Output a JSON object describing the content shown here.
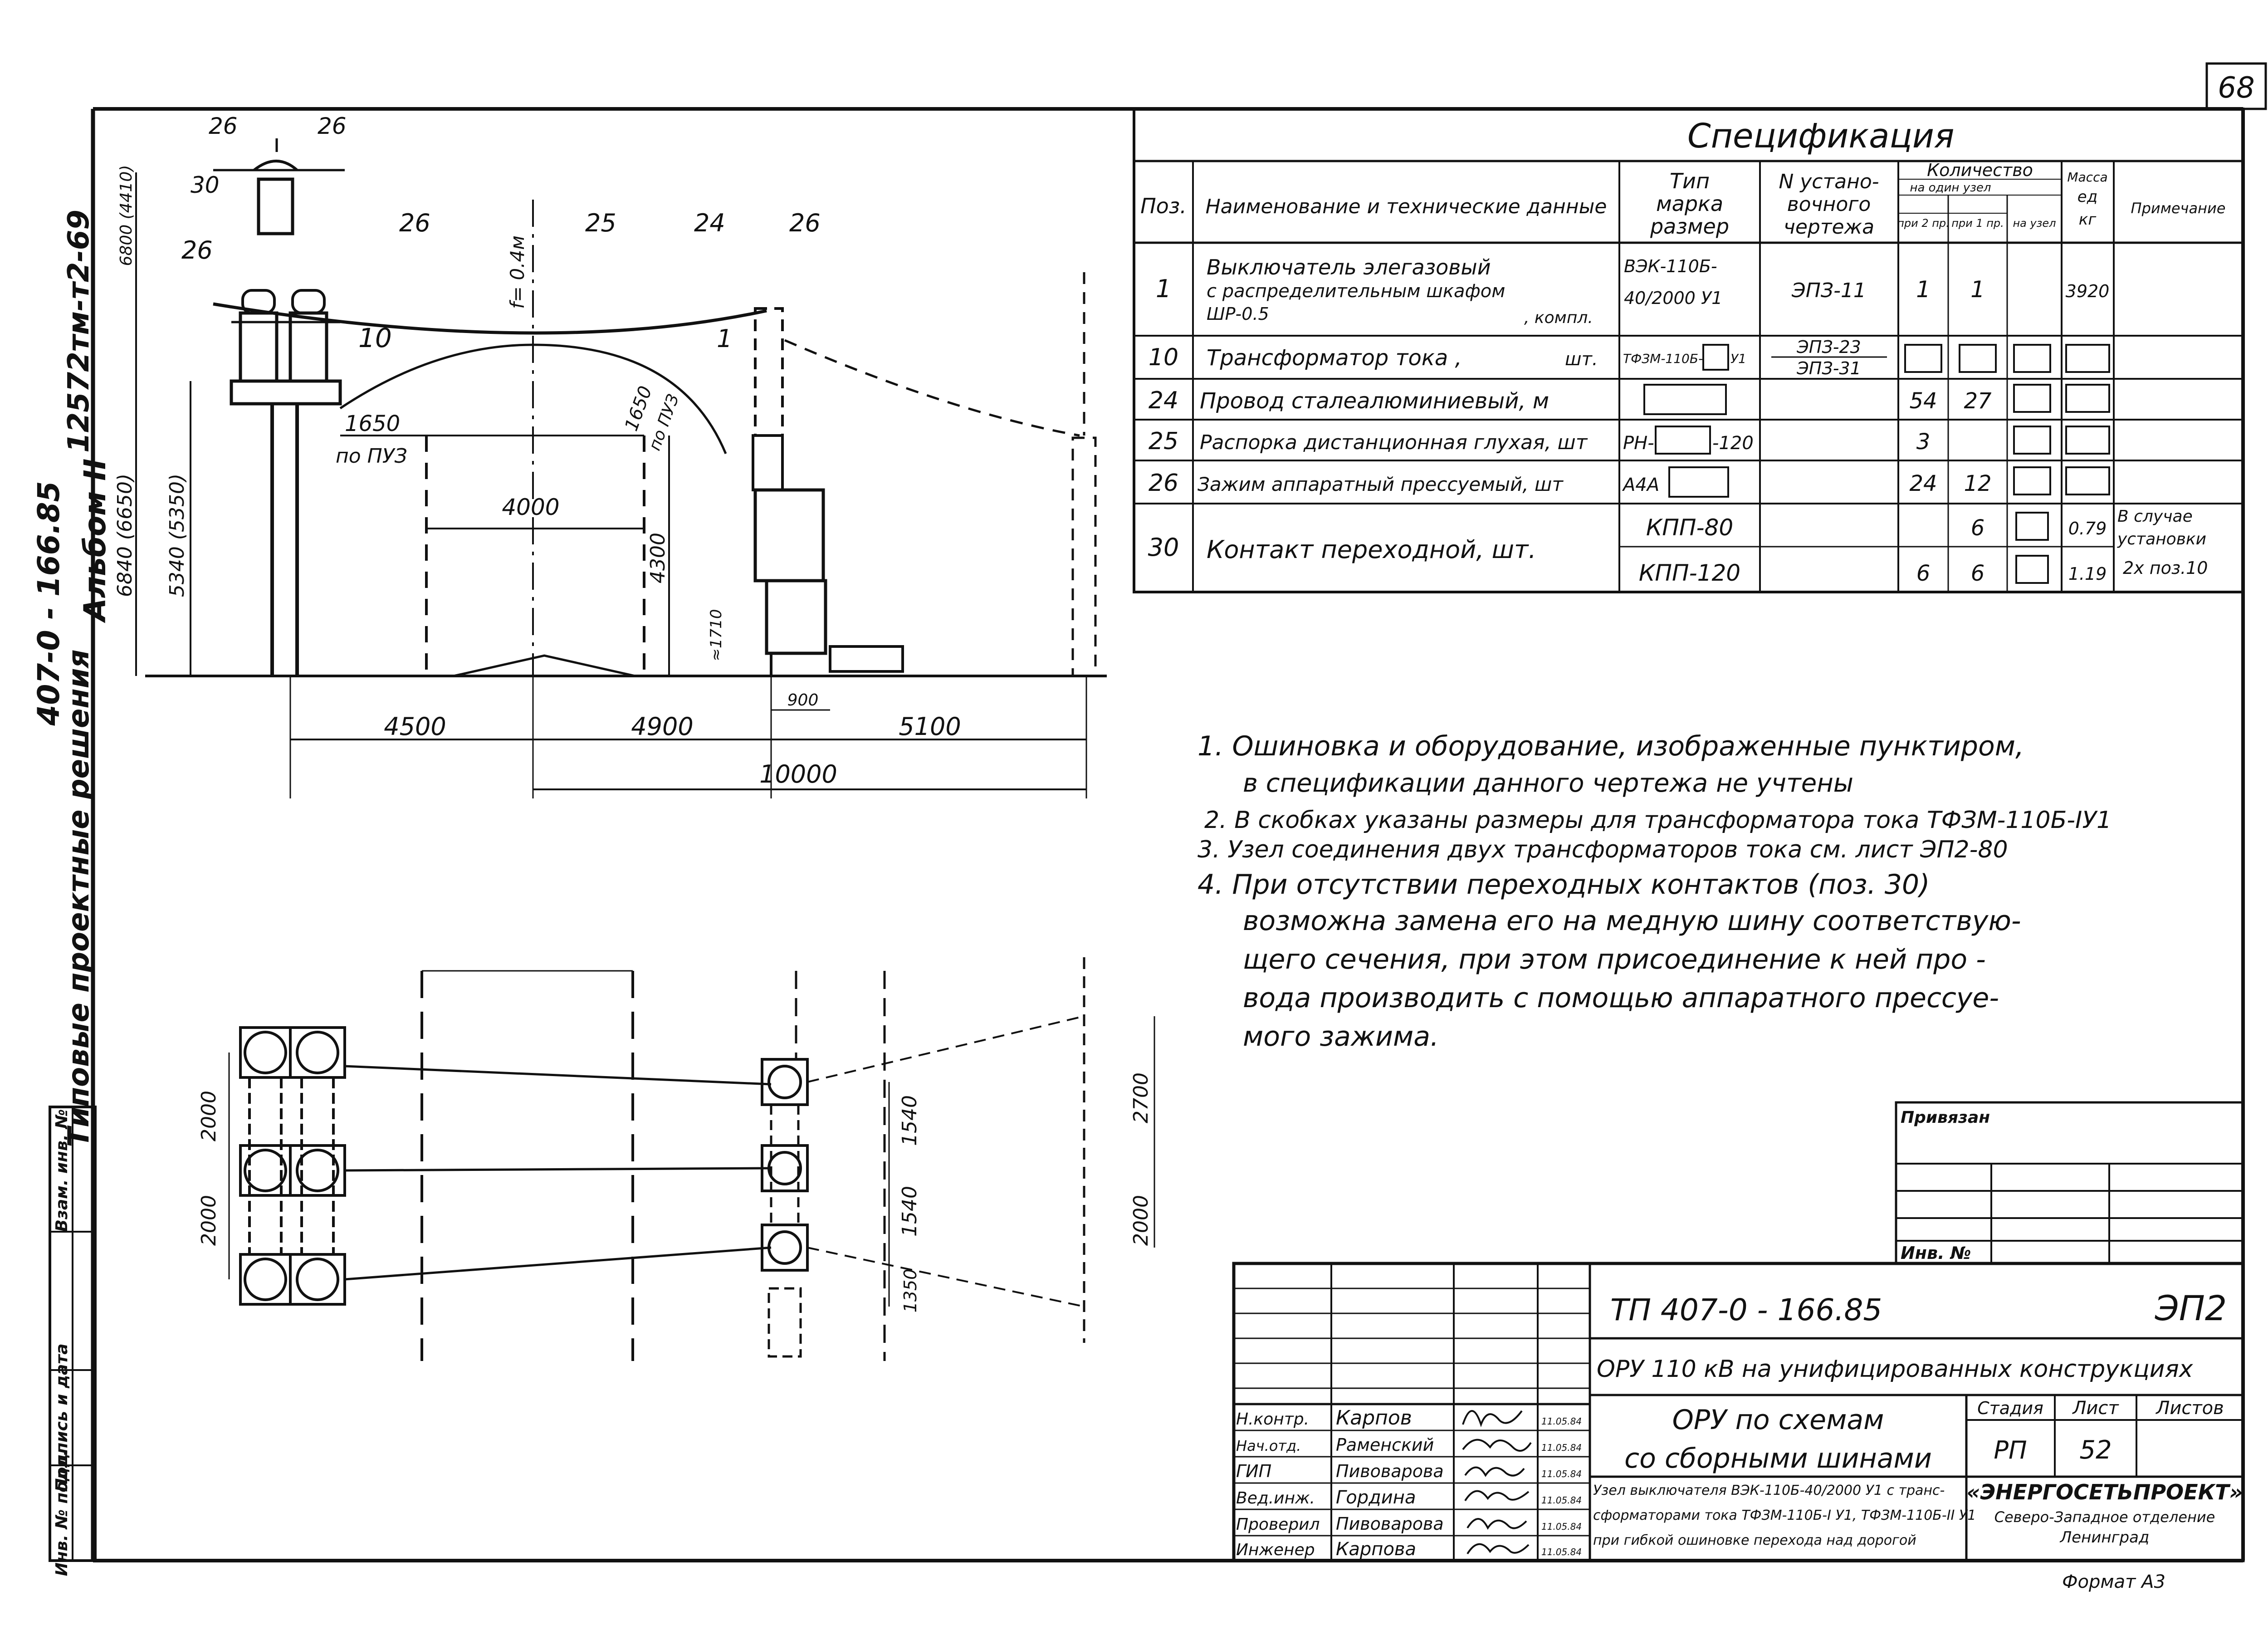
{
  "sheet": {
    "page_number": "68",
    "format": "Формат А3"
  },
  "side_stamp": {
    "album_code": "407-0 - 166.85",
    "album_volume": "Альбом II",
    "series_title": "Типовые проектные решения",
    "archive_number": "12572тм-т2-69",
    "cells": [
      "Инв. № подл.",
      "Подпись и дата",
      "Взам. инв. №"
    ]
  },
  "specification": {
    "title": "Спецификация",
    "headers": {
      "pos": "Поз.",
      "name": "Наименование и технические данные",
      "type": [
        "Тип",
        "марка",
        "размер"
      ],
      "drawing": [
        "N устано-",
        "вочного",
        "чертежа"
      ],
      "quantity": "Количество",
      "quantity_sub": [
        "на один узел",
        "при 2 пр.",
        "при 1 пр.",
        "на узел"
      ],
      "mass": [
        "Масса",
        "ед",
        "кг"
      ],
      "note": "Примечание"
    },
    "rows": [
      {
        "pos": "1",
        "name_lines": [
          "Выключатель элегазовый",
          "с распределительным шкафом",
          "ШР-0.5",
          ", компл."
        ],
        "type_lines": [
          "ВЭК-110Б-",
          "40/2000 У1"
        ],
        "drawing_lines": [
          "ЭПЗ-11"
        ],
        "q1": "1",
        "q2": "1",
        "mass_lines": [
          "3920"
        ],
        "note_lines": []
      },
      {
        "pos": "10",
        "name_lines": [
          "Трансформатор тока ,",
          "шт."
        ],
        "type_lines": [
          "ТФЗМ-110Б-",
          "У1"
        ],
        "drawing_lines": [
          "ЭПЗ-23",
          "ЭПЗ-31"
        ],
        "q1": "",
        "q2": "",
        "mass_lines": [],
        "note_lines": []
      },
      {
        "pos": "24",
        "name_lines": [
          "Провод сталеалюминиевый, м"
        ],
        "type_lines": [],
        "drawing_lines": [],
        "q1": "54",
        "q2": "27",
        "mass_lines": [],
        "note_lines": []
      },
      {
        "pos": "25",
        "name_lines": [
          "Распорка дистанционная глухая, шт"
        ],
        "type_lines": [
          "РН-",
          "-120"
        ],
        "drawing_lines": [],
        "q1": "3",
        "q2": "",
        "mass_lines": [],
        "note_lines": []
      },
      {
        "pos": "26",
        "name_lines": [
          "Зажим аппаратный прессуемый, шт"
        ],
        "type_lines": [
          "А4А"
        ],
        "drawing_lines": [],
        "q1": "24",
        "q2": "12",
        "mass_lines": [],
        "note_lines": []
      },
      {
        "pos": "30",
        "name_lines": [
          "Контакт переходной, шт."
        ],
        "type_lines": [
          "КПП-80",
          "КПП-120"
        ],
        "drawing_lines": [],
        "q1": "6",
        "q2": "6",
        "q2_first": "6",
        "mass_lines": [
          "0.79",
          "1.19"
        ],
        "note_lines": [
          "В случае",
          "установки",
          "2х поз.10"
        ]
      }
    ]
  },
  "notes": [
    "1. Ошиновка и оборудование, изображенные пунктиром,",
    "в спецификации данного чертежа не учтены",
    "2. В скобках указаны размеры для трансформатора тока ТФЗМ-110Б-IУ1",
    "3. Узел соединения двух трансформаторов тока см. лист ЭП2-80",
    "4. При отсутствии переходных контактов (поз. 30)",
    "возможна замена его на медную шину соответствую-",
    "щего сечения, при этом присоединение к ней про -",
    "вода производить с помощью аппаратного прессуе-",
    "мого зажима."
  ],
  "elevation": {
    "callouts": [
      "26",
      "26",
      "30",
      "26",
      "26",
      "25",
      "24",
      "26",
      "10",
      "1"
    ],
    "sag_label": "f= 0.4м",
    "clearance_1": "1650",
    "clearance_1_note": "по ПУЗ",
    "clearance_2": "1650",
    "clearance_2_note": "по ПУЗ",
    "dims_vertical": [
      "6800 (4410)",
      "6840 (6650)",
      "5340 (5350)",
      "4300",
      "≈1710"
    ],
    "dims_horizontal": [
      "4000",
      "900",
      "4500",
      "4900",
      "5100",
      "10000"
    ]
  },
  "plan": {
    "dims": [
      "2000",
      "2000",
      "1540",
      "1540",
      "1350",
      "2700",
      "2000"
    ]
  },
  "binding_block": {
    "title": "Привязан",
    "inventory": "Инв. №"
  },
  "title_block": {
    "project_code": "ТП 407-0 - 166.85",
    "sheet_code": "ЭП2",
    "project_title": "ОРУ 110 кВ на унифицированных конструкциях",
    "drawing_title_1": "ОРУ по схемам",
    "drawing_title_2": "со сборными шинами",
    "sheet_description": [
      "Узел выключателя ВЭК-110Б-40/2000 У1 с транс-",
      "сформаторами тока ТФЗМ-110Б-I У1, ТФЗМ-110Б-II У1",
      "при гибкой ошиновке перехода над дорогой"
    ],
    "stage_label": "Стадия",
    "sheet_label": "Лист",
    "sheets_label": "Листов",
    "stage": "РП",
    "sheet": "52",
    "sheets": "",
    "organization": [
      "«ЭНЕРГОСЕТЬПРОЕКТ»",
      "Северо-Западное отделение",
      "Ленинград"
    ],
    "signatures": [
      {
        "role": "Н.контр.",
        "name": "Карпов",
        "date": "11.05.84"
      },
      {
        "role": "Нач.отд.",
        "name": "Раменский",
        "date": "11.05.84"
      },
      {
        "role": "ГИП",
        "name": "Пивоварова",
        "date": "11.05.84"
      },
      {
        "role": "Вед.инж.",
        "name": "Гордина",
        "date": "11.05.84"
      },
      {
        "role": "Проверил",
        "name": "Пивоварова",
        "date": "11.05.84"
      },
      {
        "role": "Инженер",
        "name": "Карпова",
        "date": "11.05.84"
      }
    ]
  }
}
